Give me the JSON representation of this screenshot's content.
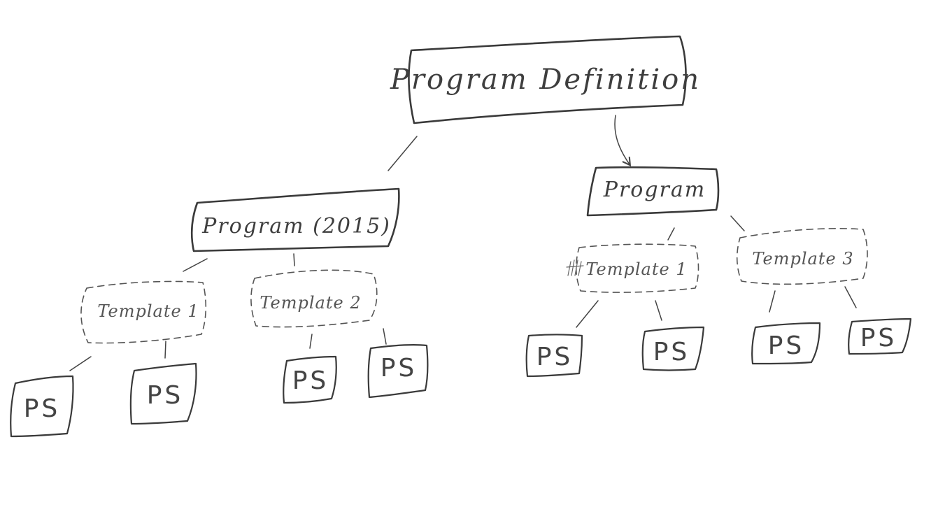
{
  "diagram": {
    "root": {
      "label": "Program Definition"
    },
    "programs": [
      {
        "label": "Program (2015)",
        "templates": [
          {
            "label": "Template 1",
            "children": [
              "PS",
              "PS"
            ]
          },
          {
            "label": "Template 2",
            "children": [
              "PS",
              "PS"
            ]
          }
        ]
      },
      {
        "label": "Program",
        "templates": [
          {
            "label": "Template 1",
            "children": [
              "PS",
              "PS"
            ]
          },
          {
            "label": "Template 3",
            "children": [
              "PS",
              "PS"
            ]
          }
        ]
      }
    ],
    "colors": {
      "ink": "#3a3a3a",
      "paper": "#ffffff"
    }
  }
}
